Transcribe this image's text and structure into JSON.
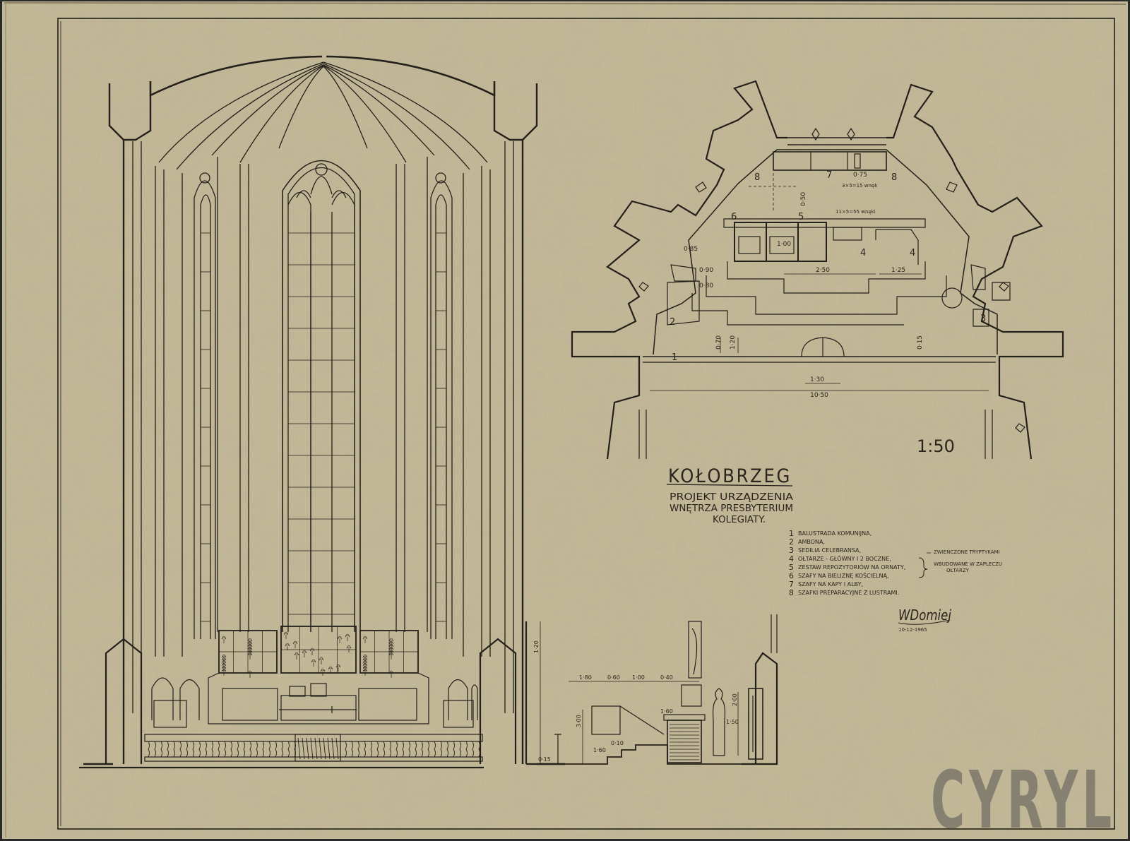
{
  "colors": {
    "paper": "#c2b897",
    "paper_edge": "#a99f80",
    "ink": "#24201a",
    "watermark": "#6f6b62"
  },
  "title_block": {
    "city": "KOŁOBRZEG",
    "subtitle_lines": [
      "PROJEKT URZĄDZENIA",
      "WNĘTRZA PRESBYTERIUM",
      "KOLEGIATY."
    ]
  },
  "legend": {
    "items": [
      {
        "num": "1",
        "text": "BALUSTRADA KOMUNIJNA,"
      },
      {
        "num": "2",
        "text": "AMBONA,"
      },
      {
        "num": "3",
        "text": "SEDILIA CELEBRANSA,"
      },
      {
        "num": "4",
        "text": "OŁTARZE - GŁÓWNY I 2 BOCZNE,"
      },
      {
        "num": "5",
        "text": "ZESTAW REPOZYTORIÓW NA ORNATY,"
      },
      {
        "num": "6",
        "text": "SZAFY NA BIELIZNĘ KOŚCIELNĄ,"
      },
      {
        "num": "7",
        "text": "SZAFY NA KAPY I ALBY,"
      },
      {
        "num": "8",
        "text": "SZAFKI PREPARACYJNE Z LUSTRAMI."
      }
    ],
    "note_top": "ZWIEŃCZONE TRYPTYKAMI",
    "note_bottom_1": "WBUDOWANE W ZAPLECZU",
    "note_bottom_2": "OŁTARZY"
  },
  "scale": "1:50",
  "signature": "WDomiej",
  "signature_date": "10-12-1965",
  "watermark": "CYRYL",
  "plan_dimensions": {
    "d_1050": "10·50",
    "d_130": "1·30",
    "d_250": "2·50",
    "d_125": "1·25",
    "d_100": "1·00",
    "d_090": "0·90",
    "d_080": "0·80",
    "d_085": "0·85",
    "d_075": "0·75",
    "d_070": "0·70",
    "d_120": "1·20",
    "d_015": "0·15",
    "d_050": "0·50",
    "note_5": "11×5=55 wnęki",
    "note_7": "3×5=15 wnęk"
  },
  "plan_labels": [
    "1",
    "2",
    "3",
    "4",
    "4",
    "5",
    "6",
    "7",
    "8",
    "8"
  ],
  "section_dimensions": {
    "d_180": "1·80",
    "d_060": "0·60",
    "d_100": "1·00",
    "d_040": "0·40",
    "d_160": "1·60",
    "d_300": "3·00",
    "d_160b": "1·60",
    "d_150": "1·50",
    "d_200": "2·00",
    "d_120": "1·20",
    "d_015": "0·15",
    "d_010": "0·10"
  }
}
